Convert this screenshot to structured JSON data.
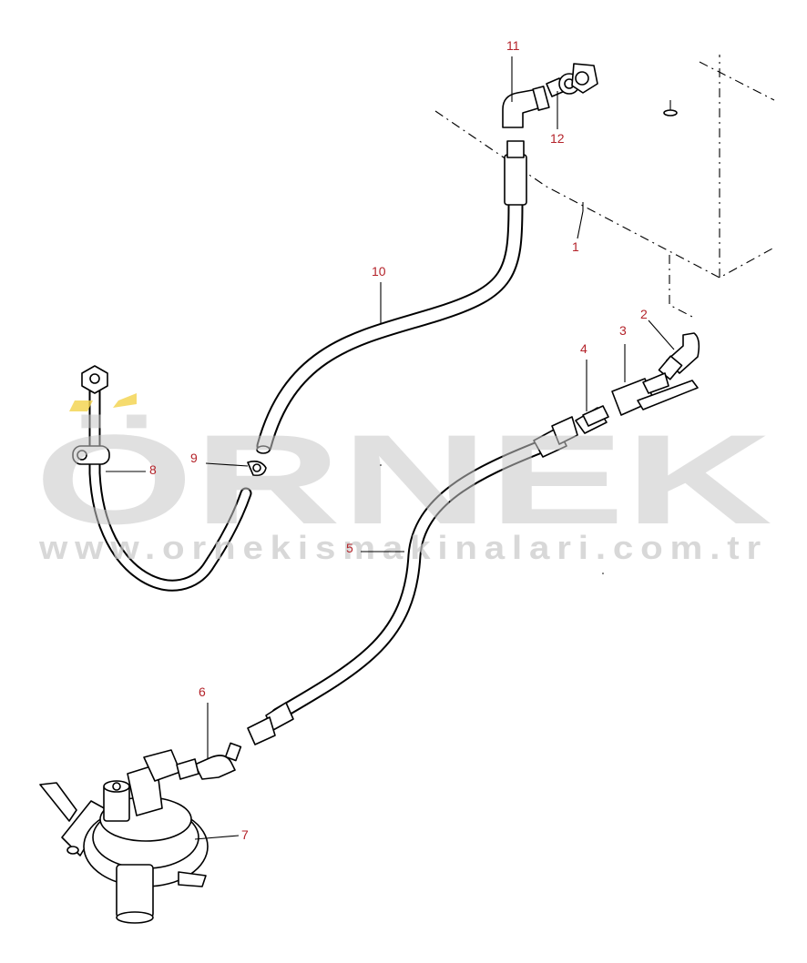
{
  "watermark": {
    "brand": "ÖRNEK",
    "url": "www.ornekismakinalari.com.tr",
    "accent_color": "#f2d24a",
    "text_color": "#c8c8c8"
  },
  "callout_color": "#b4232a",
  "callouts": [
    {
      "id": "1",
      "label": "1"
    },
    {
      "id": "2",
      "label": "2"
    },
    {
      "id": "3",
      "label": "3"
    },
    {
      "id": "4",
      "label": "4"
    },
    {
      "id": "5",
      "label": "5"
    },
    {
      "id": "6",
      "label": "6"
    },
    {
      "id": "7",
      "label": "7"
    },
    {
      "id": "8",
      "label": "8"
    },
    {
      "id": "9",
      "label": "9"
    },
    {
      "id": "10",
      "label": "10"
    },
    {
      "id": "11",
      "label": "11"
    },
    {
      "id": "12",
      "label": "12"
    }
  ],
  "parts": [
    {
      "id": "1",
      "icon": "fuel-tank-icon"
    },
    {
      "id": "2",
      "icon": "elbow-fitting-icon"
    },
    {
      "id": "3",
      "icon": "shutoff-valve-icon"
    },
    {
      "id": "4",
      "icon": "adapter-nipple-icon"
    },
    {
      "id": "5",
      "icon": "fuel-hose-icon"
    },
    {
      "id": "6",
      "icon": "elbow-fitting-icon"
    },
    {
      "id": "7",
      "icon": "fuel-pump-icon"
    },
    {
      "id": "8",
      "icon": "fuel-line-icon"
    },
    {
      "id": "9",
      "icon": "hose-clamp-icon"
    },
    {
      "id": "10",
      "icon": "return-hose-icon"
    },
    {
      "id": "11",
      "icon": "elbow-fitting-icon"
    },
    {
      "id": "12",
      "icon": "nut-fitting-icon"
    }
  ]
}
